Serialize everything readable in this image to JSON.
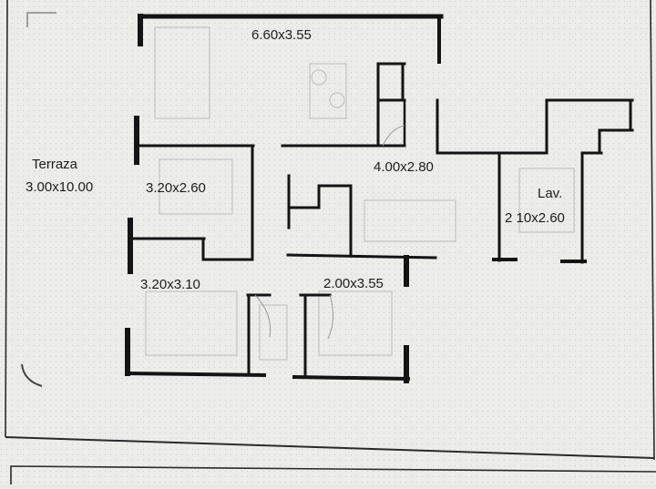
{
  "colors": {
    "paper": "#ecece9",
    "ink": "#141414",
    "grid": "#c9c9c5"
  },
  "labels": {
    "terrace_name": "Terraza",
    "terrace_size": "3.00x10.00",
    "living": "6.60x3.55",
    "bedroom_top": "3.20x2.60",
    "bedroom_bottom": "3.20x3.10",
    "kitchen": "4.00x2.80",
    "laundry_name": "Lav.",
    "laundry_size": "2 10x2.60",
    "bedroom_small": "2.00x3.55"
  },
  "bottom_strip_text": ""
}
